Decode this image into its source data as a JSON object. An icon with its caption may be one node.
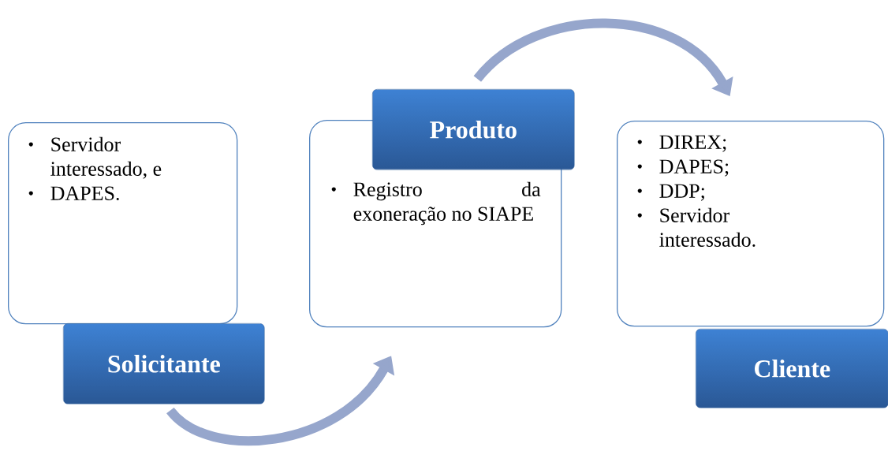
{
  "diagram": {
    "nodes": [
      {
        "text": [
          "Servidor interessado, e",
          "DAPES."
        ]
      },
      {
        "text": [
          "Solicitante"
        ]
      },
      {
        "text": [
          "Registro da exoneração no SIAPE"
        ]
      },
      {
        "text": [
          "Produto"
        ]
      },
      {
        "text": [
          "DIREX;",
          "DAPES;",
          "DDP;",
          "Servidor interessado."
        ]
      },
      {
        "text": [
          "Cliente"
        ]
      }
    ],
    "edges": [
      {
        "from": 1,
        "to": 2,
        "arrow": "to"
      },
      {
        "from": 3,
        "to": 4,
        "arrow": "to"
      }
    ]
  }
}
